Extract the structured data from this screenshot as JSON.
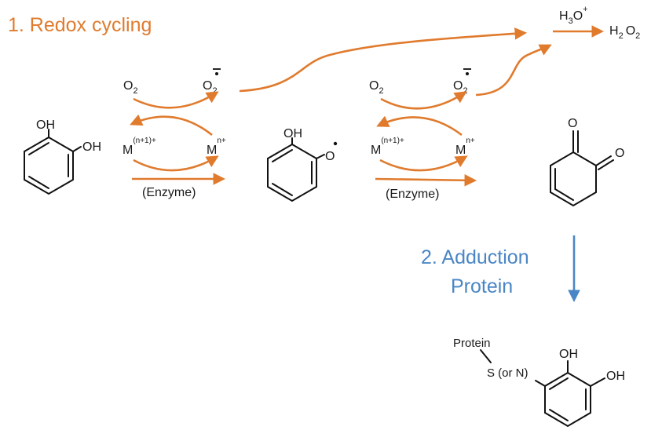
{
  "colors": {
    "orange": "#E07B2E",
    "blue": "#4A86C5",
    "ink": "#111111"
  },
  "titles": {
    "redox": "1. Redox cycling",
    "adduction_line1": "2. Adduction",
    "adduction_line2": "Protein"
  },
  "labels": {
    "oh": "OH",
    "o": "O",
    "o2": "O",
    "o2_sub": "2",
    "metal": "M",
    "metal_ox_sup": "(n+1)+",
    "metal_red_sup": "n+",
    "enzyme": "(Enzyme)",
    "h3o": "H",
    "h3o_sub": "3",
    "h3o_o": "O",
    "h3o_sup": "+",
    "h2o2": "H",
    "h2o2_sub": "2",
    "h2o2_o": "O",
    "h2o2_o_sub": "2",
    "protein": "Protein",
    "s_or_n": "S (or N)"
  }
}
